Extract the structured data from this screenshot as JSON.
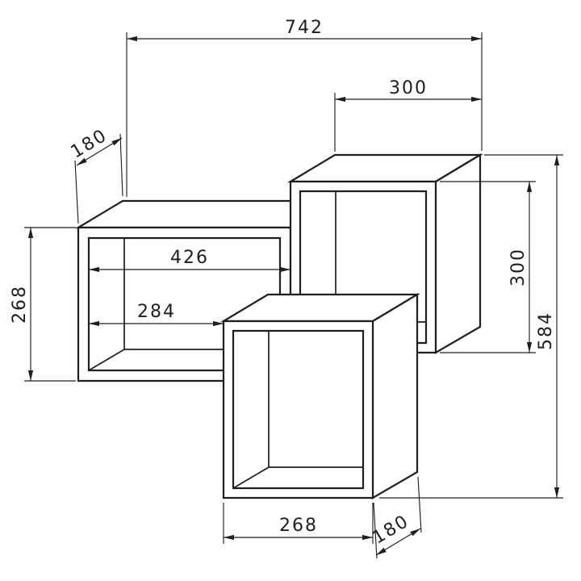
{
  "diagram": {
    "kind": "furniture dimension drawing",
    "background_color": "#ffffff",
    "line_color": "#1f1f1f"
  },
  "dimensions": {
    "overall_width": "742",
    "overall_height": "584",
    "top_box_width": "300",
    "top_box_height": "300",
    "shelf_depth": "180",
    "shelf_height": "268",
    "shelf_inner_width_upper": "426",
    "shelf_inner_width_lower": "284",
    "bottom_box_width": "268",
    "bottom_box_depth": "180"
  }
}
